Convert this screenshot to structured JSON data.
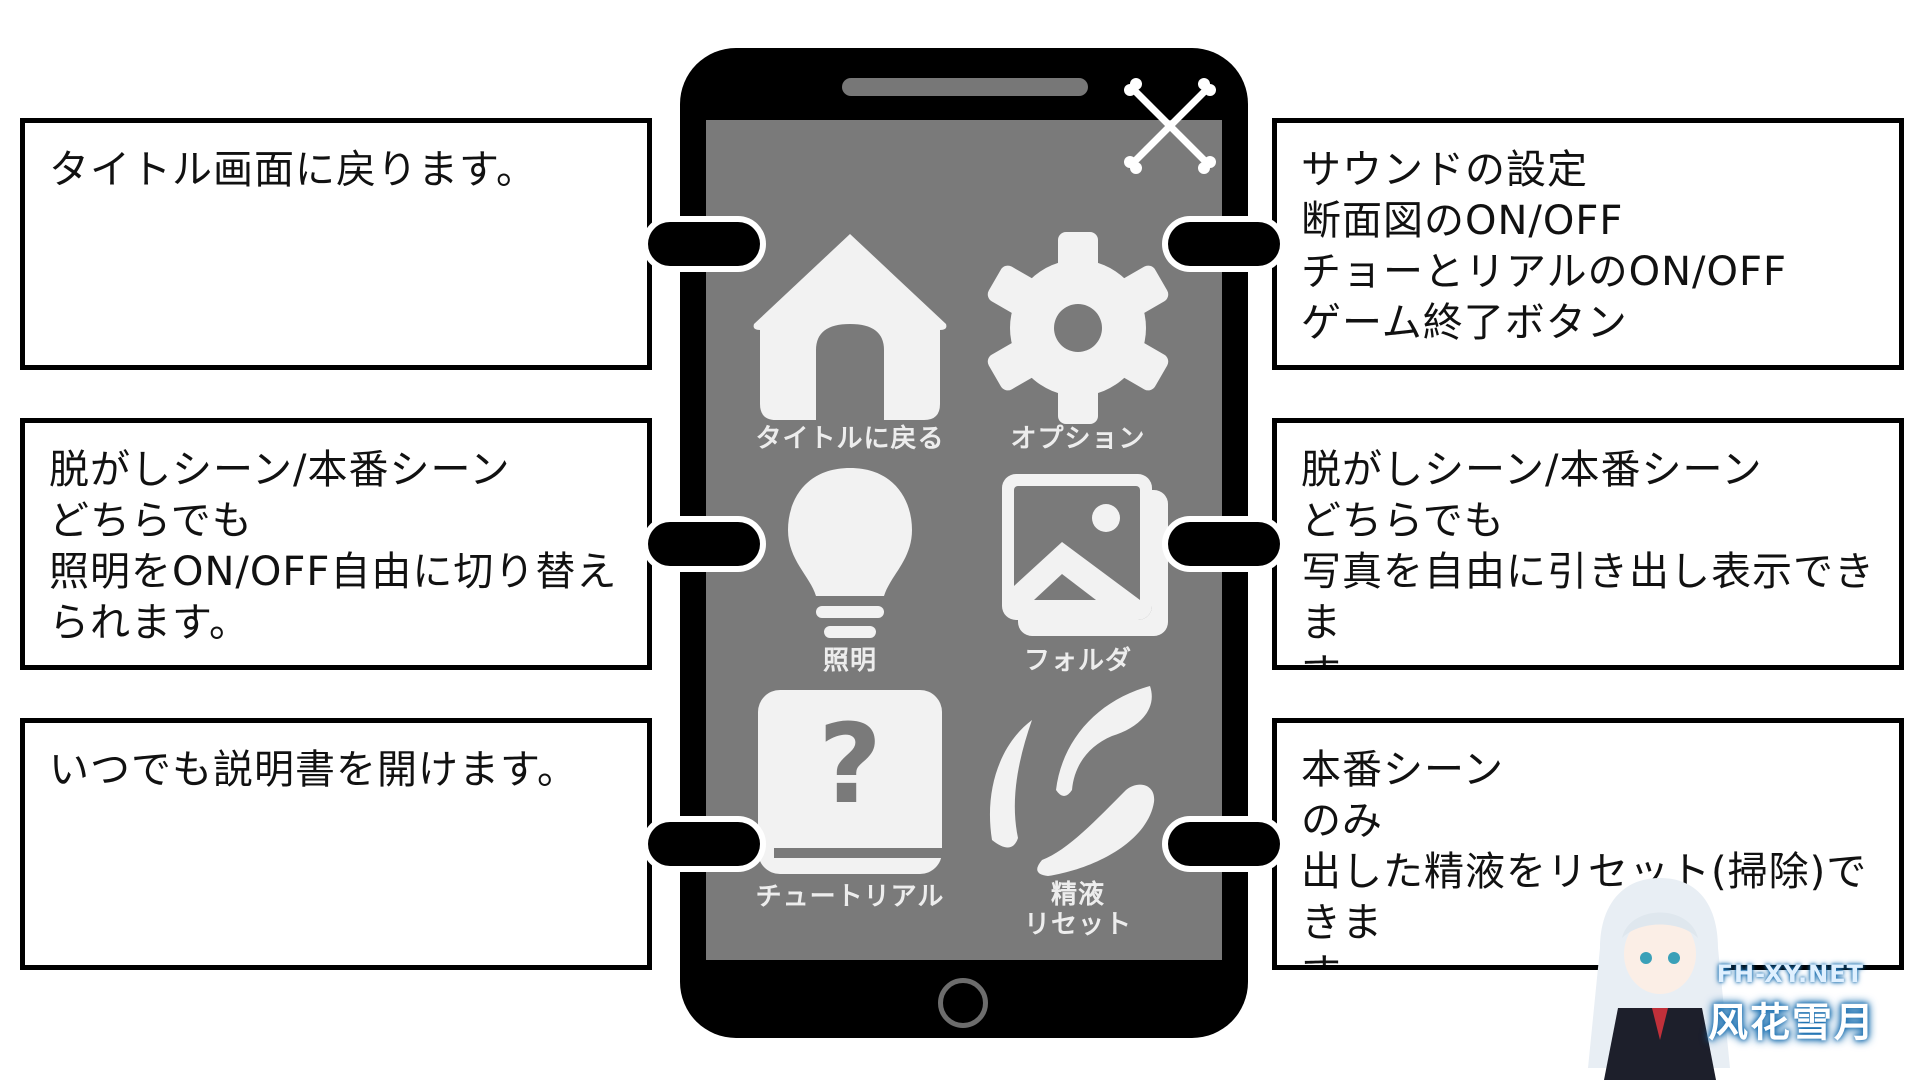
{
  "callouts": {
    "title_return": "タイトル画面に戻ります。",
    "options": "サウンドの設定\n断面図のON/OFF\nチョーとリアルのON/OFF\nゲーム終了ボタン",
    "lighting": "脱がしシーン/本番シーン\nどちらでも\n照明をON/OFF自由に切り替え\nられます。",
    "folder": "脱がしシーン/本番シーン\nどちらでも\n写真を自由に引き出し表示できま\nす。",
    "tutorial": "いつでも説明書を開けます。",
    "semen_reset": "本番シーン\nのみ\n出した精液をリセット(掃除)できま\nす。"
  },
  "phone": {
    "close_icon": "close-icon",
    "apps": [
      {
        "label": "タイトルに戻る",
        "icon": "home-icon"
      },
      {
        "label": "オプション",
        "icon": "gear-icon"
      },
      {
        "label": "照明",
        "icon": "lightbulb-icon"
      },
      {
        "label": "フォルダ",
        "icon": "gallery-icon"
      },
      {
        "label": "チュートリアル",
        "icon": "help-book-icon"
      },
      {
        "label": "精液\nリセット",
        "icon": "splash-icon"
      }
    ]
  },
  "watermark": {
    "site": "FH-XY.NET",
    "name": "风花雪月"
  },
  "colors": {
    "screen": "#7a7a7a",
    "icon": "#f2f2f2",
    "frame": "#000000"
  }
}
